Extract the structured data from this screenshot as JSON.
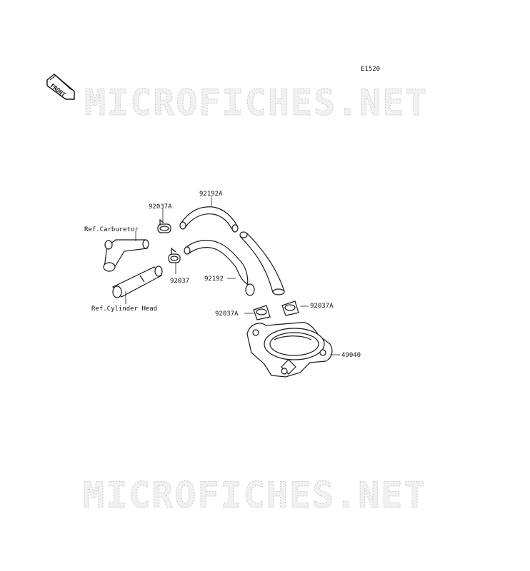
{
  "diagram": {
    "code": "E1520",
    "front_marker": "FRONT",
    "watermark": "MICROFICHES.NET",
    "labels": {
      "p92192A": "92192A",
      "p92037A_top": "92037A",
      "ref_carb": "Ref.Carburetor",
      "p92037": "92037",
      "p92192": "92192",
      "ref_head": "Ref.Cylinder Head",
      "p92037A_right": "92037A",
      "p92037A_left": "92037A",
      "p49040": "49040"
    }
  }
}
